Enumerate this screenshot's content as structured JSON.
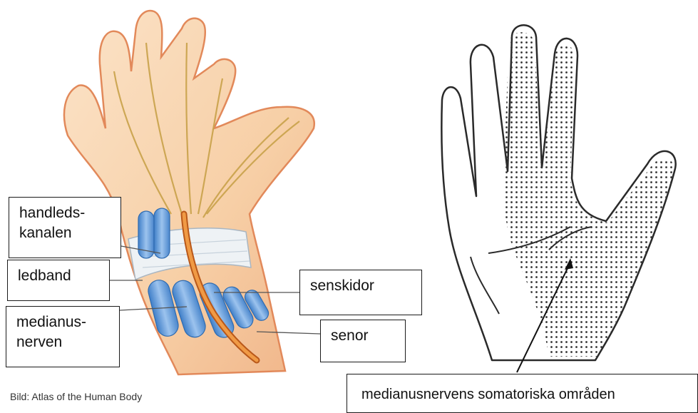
{
  "labels": {
    "handleds_kanalen": [
      "handleds-",
      "kanalen"
    ],
    "ledband": "ledband",
    "medianus_nerven": [
      "medianus-",
      "nerven"
    ],
    "senskidor": "senskidor",
    "senor": "senor",
    "somatic_area": "medianusnervens somatoriska områden"
  },
  "caption": "Bild: Atlas of the Human Body",
  "colors": {
    "skin": "#f7d3b0",
    "skin_outline": "#e2895a",
    "tendon_sheath": "#6a9fd8",
    "median_nerve": "#d9782a",
    "outline": "#2a2a2a"
  }
}
